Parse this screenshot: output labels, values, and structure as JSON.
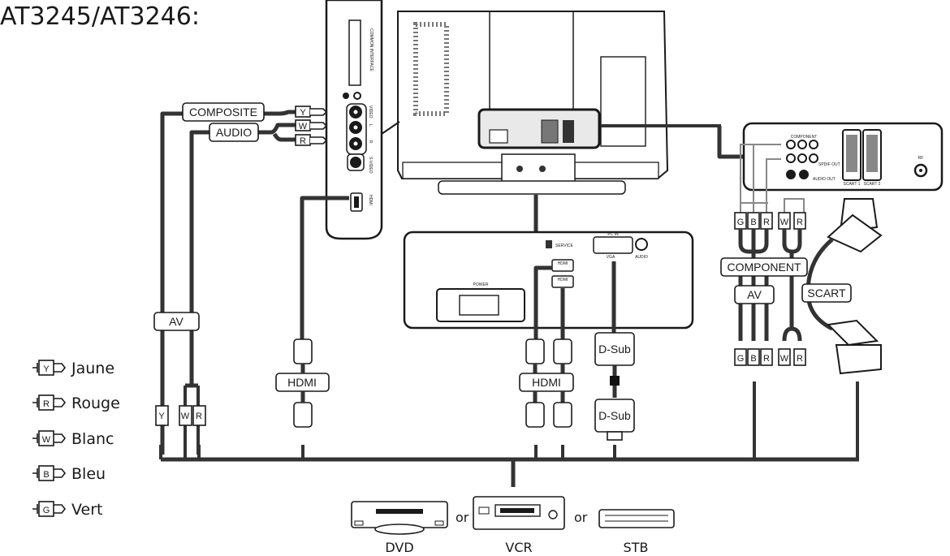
{
  "title": "AT3245/AT3246:",
  "side_panel": {
    "common_interface": "COMMON INTERFACE",
    "video": "VIDEO",
    "l": "L",
    "r": "R",
    "s_video": "S-VIDEO",
    "hdmi": "HDMI"
  },
  "cables": {
    "composite": "COMPOSITE",
    "audio": "AUDIO",
    "av_left": "AV",
    "hdmi_side": "HDMI",
    "hdmi_bottom": "HDMI",
    "dsub_top": "D-Sub",
    "dsub_bottom": "D-Sub",
    "component": "COMPONENT",
    "av_right": "AV",
    "scart": "SCART"
  },
  "plug_letters": {
    "composite_y": "Y",
    "audio_w": "W",
    "audio_r": "R",
    "av_y": "Y",
    "av_w": "W",
    "av_r": "R",
    "comp_top": [
      "G",
      "B",
      "R"
    ],
    "audio_top": [
      "W",
      "R"
    ],
    "comp_bottom": [
      "G",
      "B",
      "R"
    ],
    "audio_bottom": [
      "W",
      "R"
    ]
  },
  "bottom_panel": {
    "service": "SERVICE",
    "pc_in": "PC IN",
    "vga": "VGA",
    "audio": "AUDIO",
    "hdmi1": "HDMI",
    "hdmi2": "HDMI",
    "power": "POWER"
  },
  "right_panel": {
    "component": "COMPONENT",
    "spdif_out": "SPDIF OUT",
    "audio_out": "AUDIO OUT",
    "scart1": "SCART 1",
    "scart2": "SCART 2",
    "rf": "RF"
  },
  "legend": [
    {
      "letter": "Y",
      "label": "Jaune"
    },
    {
      "letter": "R",
      "label": "Rouge"
    },
    {
      "letter": "W",
      "label": "Blanc"
    },
    {
      "letter": "B",
      "label": "Bleu"
    },
    {
      "letter": "G",
      "label": "Vert"
    }
  ],
  "devices": {
    "dvd": "DVD",
    "vcr": "VCR",
    "stb": "STB",
    "or1": "or",
    "or2": "or"
  }
}
